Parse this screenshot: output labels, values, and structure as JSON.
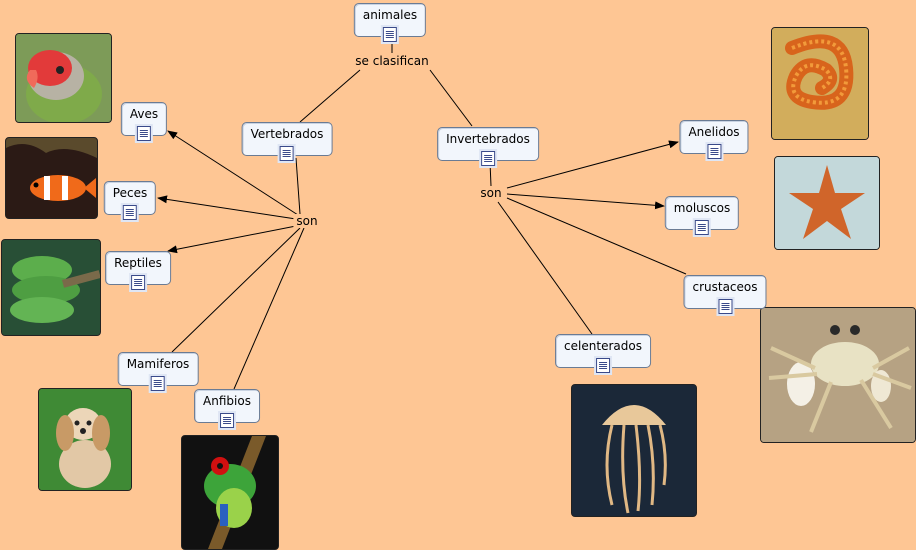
{
  "colors": {
    "background": "#fec694",
    "node_fill": "#f2f6fc",
    "node_border": "#6a7b94",
    "line": "#000000"
  },
  "nodes": [
    {
      "id": "animales",
      "label": "animales",
      "icon": "document-icon"
    },
    {
      "id": "vertebrados",
      "label": "Vertebrados",
      "icon": "document-icon"
    },
    {
      "id": "invertebrados",
      "label": "Invertebrados",
      "icon": "document-icon"
    },
    {
      "id": "aves",
      "label": "Aves",
      "icon": "document-icon"
    },
    {
      "id": "peces",
      "label": "Peces",
      "icon": "document-icon"
    },
    {
      "id": "reptiles",
      "label": "Reptiles",
      "icon": "document-icon"
    },
    {
      "id": "mamiferos",
      "label": "Mamiferos",
      "icon": "document-icon"
    },
    {
      "id": "anfibios",
      "label": "Anfibios",
      "icon": "document-icon"
    },
    {
      "id": "anelidos",
      "label": "Anelidos",
      "icon": "document-icon"
    },
    {
      "id": "moluscos",
      "label": "moluscos",
      "icon": "document-icon"
    },
    {
      "id": "crustaceos",
      "label": "crustaceos",
      "icon": "document-icon"
    },
    {
      "id": "celenterados",
      "label": "celenterados",
      "icon": "document-icon"
    }
  ],
  "linking_phrases": [
    {
      "id": "se-clasifican",
      "label": "se clasifican"
    },
    {
      "id": "son-vert",
      "label": "son"
    },
    {
      "id": "son-invert",
      "label": "son"
    }
  ],
  "connections": [
    {
      "from": "animales",
      "to": "se-clasifican",
      "arrow": false
    },
    {
      "from": "se-clasifican",
      "to": "vertebrados",
      "arrow": false
    },
    {
      "from": "se-clasifican",
      "to": "invertebrados",
      "arrow": false
    },
    {
      "from": "vertebrados",
      "to": "son-vert",
      "arrow": false
    },
    {
      "from": "son-vert",
      "to": "aves",
      "arrow": true
    },
    {
      "from": "son-vert",
      "to": "peces",
      "arrow": true
    },
    {
      "from": "son-vert",
      "to": "reptiles",
      "arrow": true
    },
    {
      "from": "son-vert",
      "to": "mamiferos",
      "arrow": false
    },
    {
      "from": "son-vert",
      "to": "anfibios",
      "arrow": false
    },
    {
      "from": "invertebrados",
      "to": "son-invert",
      "arrow": false
    },
    {
      "from": "son-invert",
      "to": "anelidos",
      "arrow": true
    },
    {
      "from": "son-invert",
      "to": "moluscos",
      "arrow": true
    },
    {
      "from": "son-invert",
      "to": "crustaceos",
      "arrow": false
    },
    {
      "from": "son-invert",
      "to": "celenterados",
      "arrow": false
    }
  ],
  "images": [
    {
      "id": "bird",
      "subject": "parrot"
    },
    {
      "id": "fish",
      "subject": "clownfish"
    },
    {
      "id": "snake",
      "subject": "green snake"
    },
    {
      "id": "dog",
      "subject": "puppy"
    },
    {
      "id": "frog",
      "subject": "tree frog"
    },
    {
      "id": "worm",
      "subject": "annelid worm"
    },
    {
      "id": "starfish",
      "subject": "starfish"
    },
    {
      "id": "crab",
      "subject": "crab"
    },
    {
      "id": "jellyfish",
      "subject": "jellyfish"
    }
  ]
}
